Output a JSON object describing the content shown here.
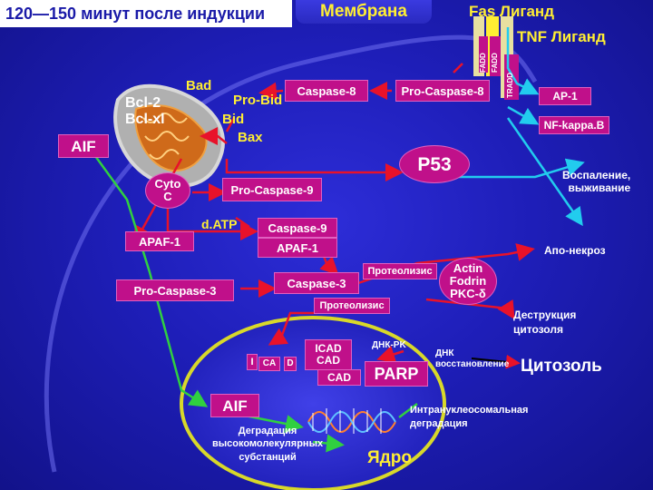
{
  "header": {
    "title": "120—150 минут после индукции",
    "membrane": "Мембрана",
    "fas_ligand": "Fas Лиганд",
    "tnf_ligand": "TNF Лиганд"
  },
  "receptors": {
    "fadd": "FADD",
    "tradd": "TRADD"
  },
  "mitochondrion": {
    "bcl": "Bcl-2\nBcl-xl",
    "bad": "Bad",
    "pro_bid": "Pro-Bid",
    "bid": "Bid",
    "bax": "Bax",
    "aif": "AIF"
  },
  "pathway": {
    "caspase8": "Caspase-8",
    "pro_caspase8": "Pro-Caspase-8",
    "ap1": "AP-1",
    "nfkb": "NF-kappa.B",
    "p53": "P53",
    "inflammation": "Воспаление,\nвыживание",
    "cyto_c": "Cyto\nC",
    "pro_caspase9": "Pro-Caspase-9",
    "datp": "d.ATP",
    "apaf1_left": "APAF-1",
    "caspase9": "Caspase-9",
    "apaf1_right": "APAF-1",
    "apo_necrosis": "Апо-некроз",
    "proteolysis1": "Протеолизис",
    "actin": "Actin\nFodrin\nPKC-δ",
    "pro_caspase3": "Pro-Caspase-3",
    "caspase3": "Caspase-3",
    "proteolysis2": "Протеолизис",
    "cytosol_destruction": "Деструкция\nцитозоля"
  },
  "nucleus": {
    "icad_cad": "ICAD\nCAD",
    "i": "I",
    "ca": "CA",
    "d": "D",
    "cad": "CAD",
    "dnk_pk": "ДНК-PK",
    "parp": "PARP",
    "dnk_repair": "ДНК\nвосстановление",
    "cytosol": "Цитозоль",
    "aif": "AIF",
    "degradation": "Деградация\nвысокомолекулярных\nсубстанций",
    "internucleosomal": "Интрануклеосомальная\nдеградация",
    "nucleus_label": "Ядро"
  },
  "colors": {
    "background": "#1e1eb8",
    "magenta": "#c0108a",
    "yellow": "#ffee33",
    "cyan": "#22ccee",
    "arrow_red": "#e8122a"
  }
}
